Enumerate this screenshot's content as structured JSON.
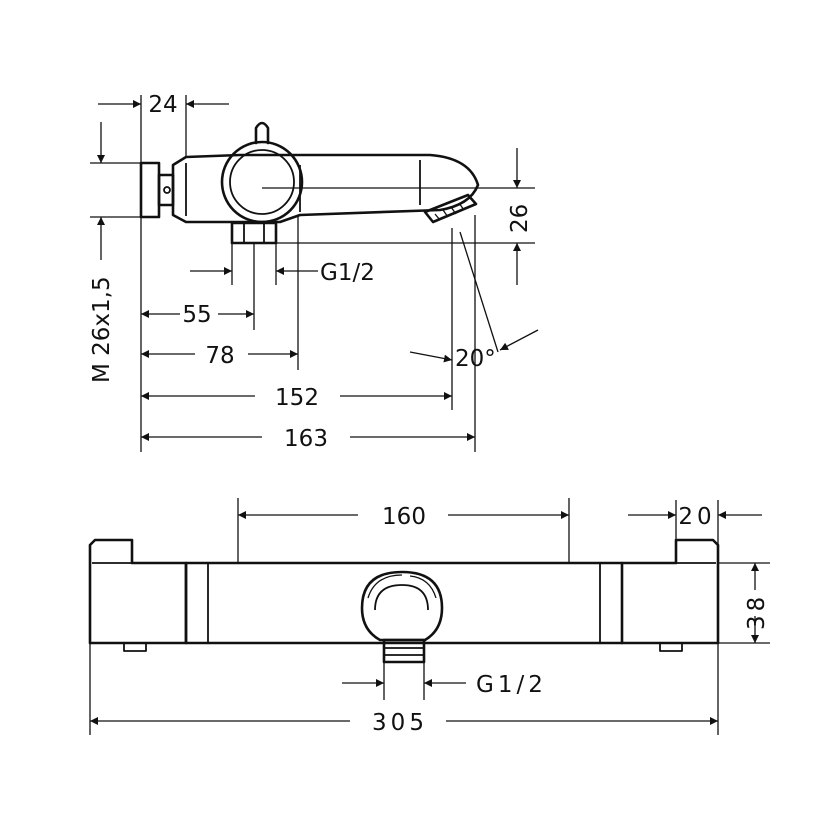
{
  "top_view": {
    "dims": {
      "d24": "24",
      "d26": "26",
      "thread_side": "M 26x1,5",
      "g_top": "G1/2",
      "d55": "55",
      "d78": "78",
      "d20deg": "20°",
      "d152": "152",
      "d163": "163"
    }
  },
  "front_view": {
    "dims": {
      "d160": "160",
      "d20": "20",
      "d38": "38",
      "g_bottom": "G1/2",
      "d305": "305"
    }
  },
  "colors": {
    "line": "#111111",
    "background": "#ffffff"
  }
}
